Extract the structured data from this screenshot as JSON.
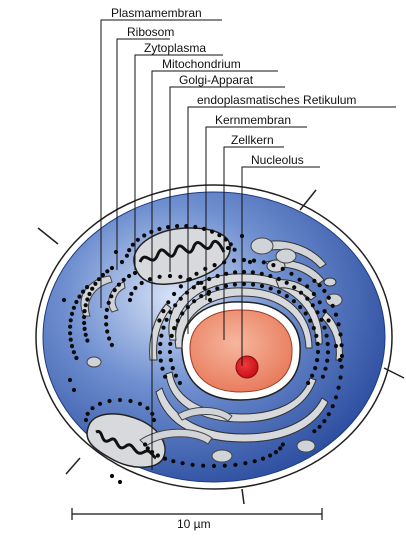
{
  "labels": {
    "plasmamembran": "Plasmamembran",
    "ribosom": "Ribosom",
    "zytoplasma": "Zytoplasma",
    "mitochondrium": "Mitochondrium",
    "golgi": "Golgi-Apparat",
    "er": "endoplasmatisches Retikulum",
    "kernmembran": "Kernmembran",
    "zellkern": "Zellkern",
    "nucleolus": "Nucleolus"
  },
  "scale_bar": {
    "label": "10 µm"
  },
  "colors": {
    "cytoplasm_center": "#c9d8f2",
    "cytoplasm_edge": "#2f52a5",
    "nucleus_fill": "#f0906f",
    "nucleolus_fill": "#d8141c",
    "organelle_grey": "#cfd1d6"
  }
}
